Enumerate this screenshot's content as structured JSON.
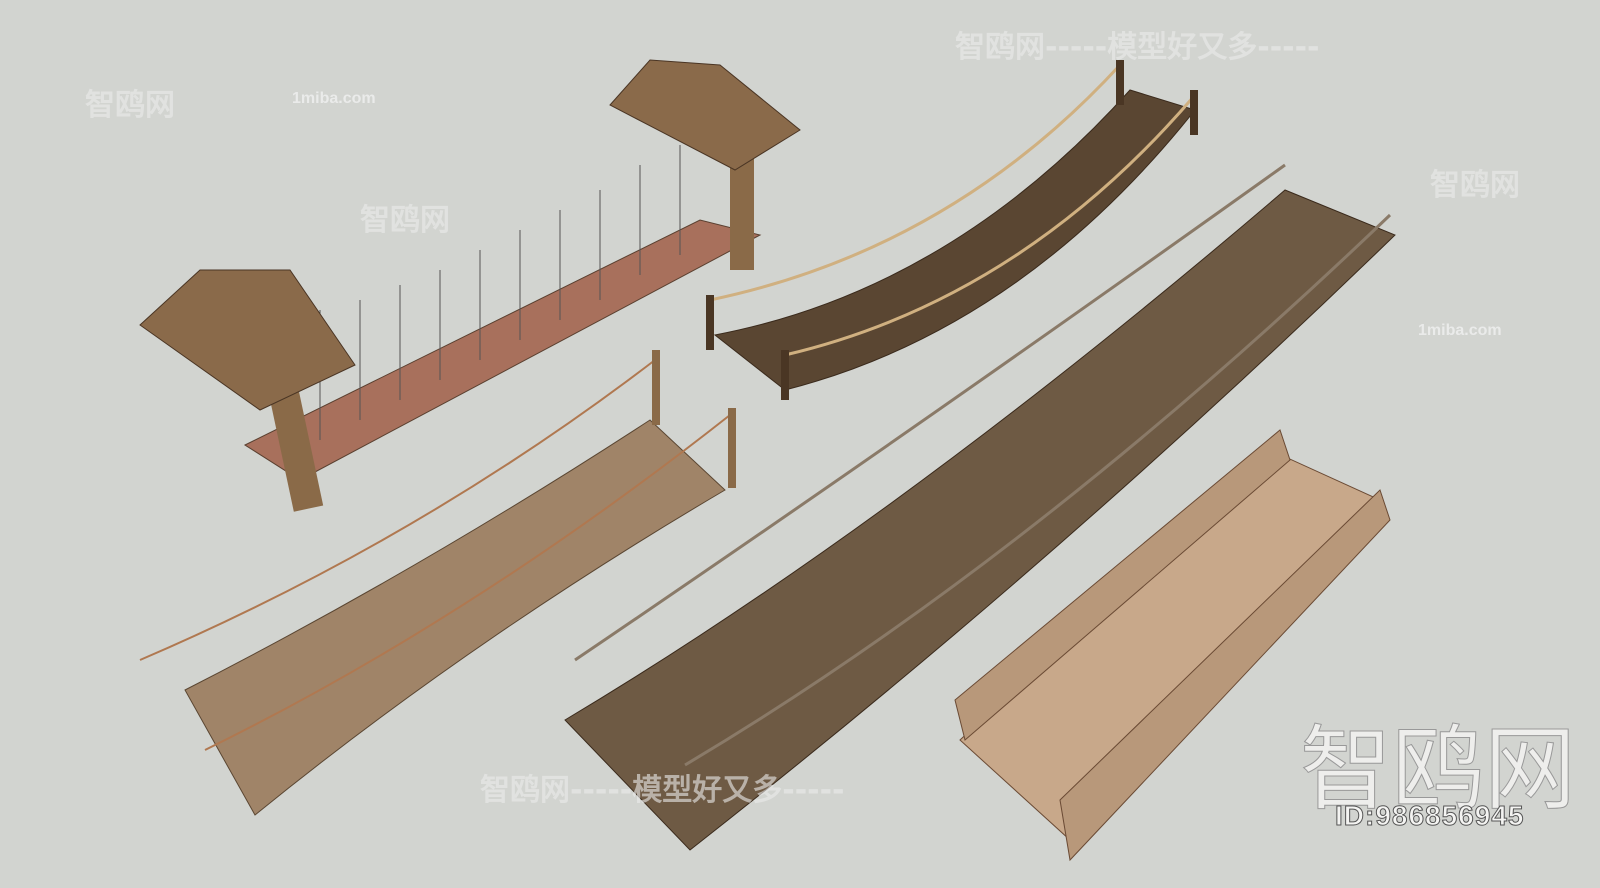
{
  "watermarks": {
    "banner": "智鸥网-----模型好又多-----",
    "site_name": "智鸥网",
    "site_url": "1miba.com",
    "logo_text": "智鸥网",
    "model_id": "ID:986856945"
  },
  "colors": {
    "background": "#d2d4d0",
    "wood_dark": "#5a4632",
    "wood_light": "#b89878",
    "roof": "#8a6a4a",
    "deck_red": "#a8705c",
    "rope": "#c8a878"
  }
}
